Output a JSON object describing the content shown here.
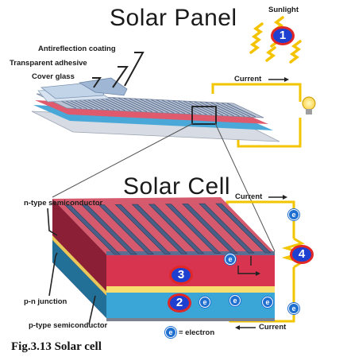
{
  "figure": {
    "title_panel": "Solar Panel",
    "title_cell": "Solar Cell",
    "caption": "Fig.3.13 Solar cell"
  },
  "panel_labels": {
    "sunlight": "Sunlight",
    "antireflection": "Antireflection coating",
    "adhesive": "Transparent adhesive",
    "cover_glass": "Cover glass",
    "current_top": "Current"
  },
  "cell_labels": {
    "n_type": "n-type semiconductor",
    "pn_junction": "p-n junction",
    "p_type": "p-type semiconductor",
    "current_upper": "Current",
    "current_lower": "Current",
    "electron_symbol": "e",
    "electron_legend": "= electron"
  },
  "markers": [
    "1",
    "2",
    "3",
    "4"
  ],
  "colors": {
    "wire": "#f2c500",
    "n_layer": "#d9344f",
    "junction": "#f7dc6f",
    "p_layer": "#3aa6d8",
    "marker_fill": "#1f3fd1",
    "marker_ring": "#e12626"
  }
}
